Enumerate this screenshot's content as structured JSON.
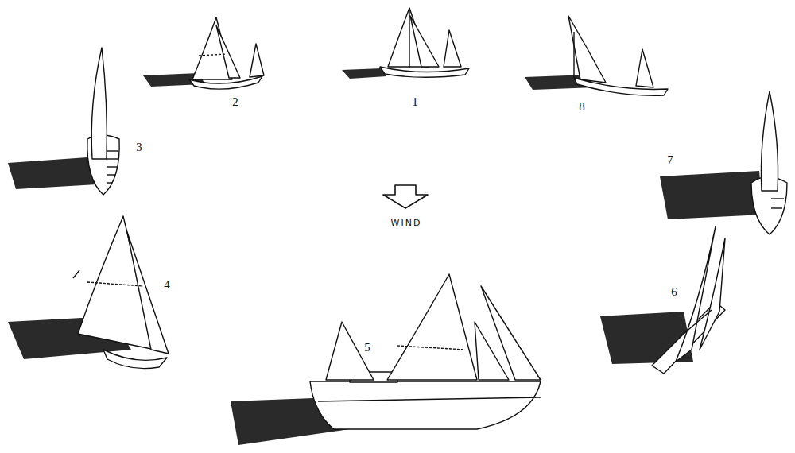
{
  "diagram": {
    "labels": [
      "1",
      "2",
      "3",
      "4",
      "5",
      "6",
      "7",
      "8",
      "WIND"
    ]
  }
}
